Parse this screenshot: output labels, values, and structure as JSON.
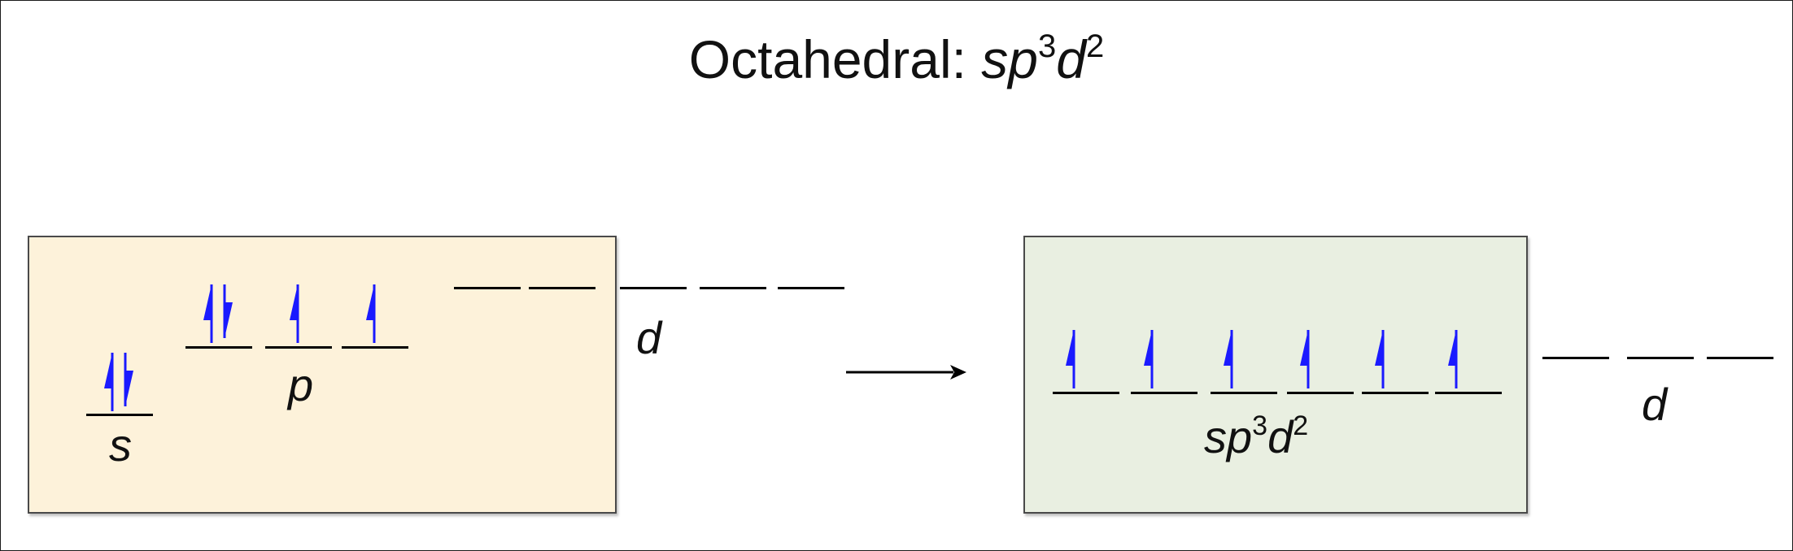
{
  "title": {
    "prefix": "Octahedral: ",
    "base1": "sp",
    "sup1": "3",
    "base2": "d",
    "sup2": "2"
  },
  "diagram": {
    "left_box": {
      "color": "#fdf2da",
      "s_label": "s",
      "p_label": "p",
      "d_label": "d",
      "s_electrons": 2,
      "p_electrons": [
        2,
        1,
        1
      ],
      "d_electrons": [
        0,
        0,
        0,
        0,
        0
      ]
    },
    "right_box": {
      "color": "#e9efe1",
      "hybrid_label": {
        "base1": "sp",
        "sup1": "3",
        "base2": "d",
        "sup2": "2"
      },
      "hybrid_electrons": [
        1,
        1,
        1,
        1,
        1,
        1
      ]
    },
    "outside_d_label": "d",
    "electron_color": "#1a1aff"
  }
}
